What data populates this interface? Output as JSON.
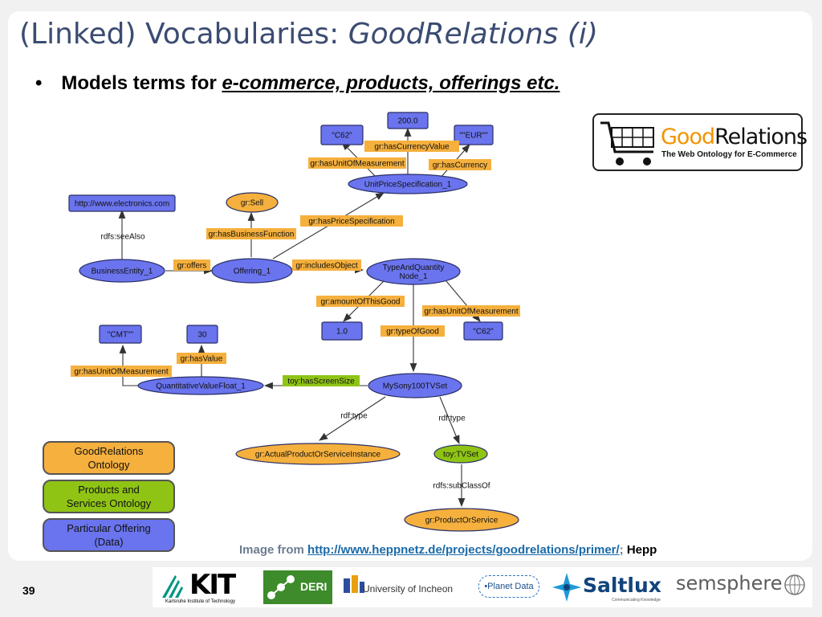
{
  "slide": {
    "title_prefix": "(Linked) Vocabularies: ",
    "title_italic": "GoodRelations (i)",
    "bullet_symbol": "•",
    "bullet_text": "Models terms for ",
    "bullet_emphasis": "e-commerce, products, offerings etc.",
    "page_number": "39"
  },
  "logo": {
    "name_part1": "Good",
    "name_part2": "Relations",
    "tagline": "The Web Ontology for E-Commerce",
    "colors": {
      "good": "#f29400",
      "relations": "#111111"
    }
  },
  "colors": {
    "title": "#3b4c72",
    "node_blue": "#6a74ee",
    "node_orange": "#f5b03d",
    "node_green": "#8fc415",
    "label_orange": "#f5b03d",
    "label_green": "#8fc415",
    "edge": "#333333"
  },
  "diagram": {
    "nodes": [
      {
        "id": "n1",
        "text": [
          "\"C62\""
        ],
        "color": "blue",
        "shape": "rect"
      },
      {
        "id": "n2",
        "text": [
          "200.0"
        ],
        "color": "blue",
        "shape": "rect"
      },
      {
        "id": "n3",
        "text": [
          "\"\"EUR\"\""
        ],
        "color": "blue",
        "shape": "rect"
      },
      {
        "id": "n4",
        "text": [
          "UnitPriceSpecification_1"
        ],
        "color": "blue",
        "shape": "ellipse"
      },
      {
        "id": "n5",
        "text": [
          "http://www.electronics.com"
        ],
        "color": "blue",
        "shape": "rect"
      },
      {
        "id": "n6",
        "text": [
          "gr:Sell"
        ],
        "color": "orange",
        "shape": "ellipse"
      },
      {
        "id": "n7",
        "text": [
          "BusinessEntity_1"
        ],
        "color": "blue",
        "shape": "ellipse"
      },
      {
        "id": "n8",
        "text": [
          "Offering_1"
        ],
        "color": "blue",
        "shape": "ellipse"
      },
      {
        "id": "n9",
        "text": [
          "TypeAndQuantity",
          "Node_1"
        ],
        "color": "blue",
        "shape": "ellipse"
      },
      {
        "id": "n10",
        "text": [
          "1.0"
        ],
        "color": "blue",
        "shape": "rect"
      },
      {
        "id": "n11",
        "text": [
          "\"C62\""
        ],
        "color": "blue",
        "shape": "rect"
      },
      {
        "id": "n12",
        "text": [
          "\"CMT\"\""
        ],
        "color": "blue",
        "shape": "rect"
      },
      {
        "id": "n13",
        "text": [
          "30"
        ],
        "color": "blue",
        "shape": "rect"
      },
      {
        "id": "n14",
        "text": [
          "QuantitativeValueFloat_1"
        ],
        "color": "blue",
        "shape": "ellipse"
      },
      {
        "id": "n15",
        "text": [
          "MySony100TVSet"
        ],
        "color": "blue",
        "shape": "ellipse"
      },
      {
        "id": "n16",
        "text": [
          "gr:ActualProductOrServiceInstance"
        ],
        "color": "orange",
        "shape": "ellipse"
      },
      {
        "id": "n17",
        "text": [
          "toy:TVSet"
        ],
        "color": "green",
        "shape": "ellipse"
      },
      {
        "id": "n18",
        "text": [
          "gr:ProductOrService"
        ],
        "color": "orange",
        "shape": "ellipse"
      }
    ],
    "labels": [
      {
        "id": "l1",
        "text": "gr:hasCurrencyValue",
        "color": "orange"
      },
      {
        "id": "l2",
        "text": "gr:hasUnitOfMeasurement",
        "color": "orange"
      },
      {
        "id": "l3",
        "text": "gr:hasCurrency",
        "color": "orange"
      },
      {
        "id": "l4",
        "text": "gr:hasPriceSpecification",
        "color": "orange"
      },
      {
        "id": "l5",
        "text": "gr:hasBusinessFunction",
        "color": "orange"
      },
      {
        "id": "l6",
        "text": "rdfs:seeAlso",
        "color": "none"
      },
      {
        "id": "l7",
        "text": "gr:offers",
        "color": "orange"
      },
      {
        "id": "l8",
        "text": "gr:includesObject",
        "color": "orange"
      },
      {
        "id": "l9",
        "text": "gr:amountOfThisGood",
        "color": "orange"
      },
      {
        "id": "l10",
        "text": "gr:hasUnitOfMeasurement",
        "color": "orange"
      },
      {
        "id": "l11",
        "text": "gr:typeOfGood",
        "color": "orange"
      },
      {
        "id": "l12",
        "text": "gr:hasValue",
        "color": "orange"
      },
      {
        "id": "l13",
        "text": "gr:hasUnitOfMeasurement",
        "color": "orange"
      },
      {
        "id": "l14",
        "text": "toy:hasScreenSize",
        "color": "green"
      },
      {
        "id": "l15",
        "text": "rdf:type",
        "color": "none"
      },
      {
        "id": "l16",
        "text": "rdf:type",
        "color": "none"
      },
      {
        "id": "l17",
        "text": "rdfs:subClassOf",
        "color": "none"
      }
    ]
  },
  "legend": [
    {
      "text": [
        "GoodRelations",
        "Ontology"
      ],
      "color": "#f5b03d"
    },
    {
      "text": [
        "Products and",
        "Services Ontology"
      ],
      "color": "#8fc415"
    },
    {
      "text": [
        "Particular Offering",
        "(Data)"
      ],
      "color": "#6a74ee"
    }
  ],
  "credit": {
    "prefix": "Image from ",
    "url": "http://www.heppnetz.de/projects/goodrelations/primer/",
    "separator": ";  ",
    "author": "Hepp"
  },
  "partner_logos": {
    "kit_text": "KIT",
    "kit_sub": "Karlsruhe Institute of Technology",
    "deri_text": "DERI",
    "incheon_text": "University of Incheon",
    "planet_text": "•Planet Data",
    "saltlux_text": "Saltlux",
    "saltlux_sub": "Communicating Knowledge",
    "semsphere_text": "semsphere"
  }
}
